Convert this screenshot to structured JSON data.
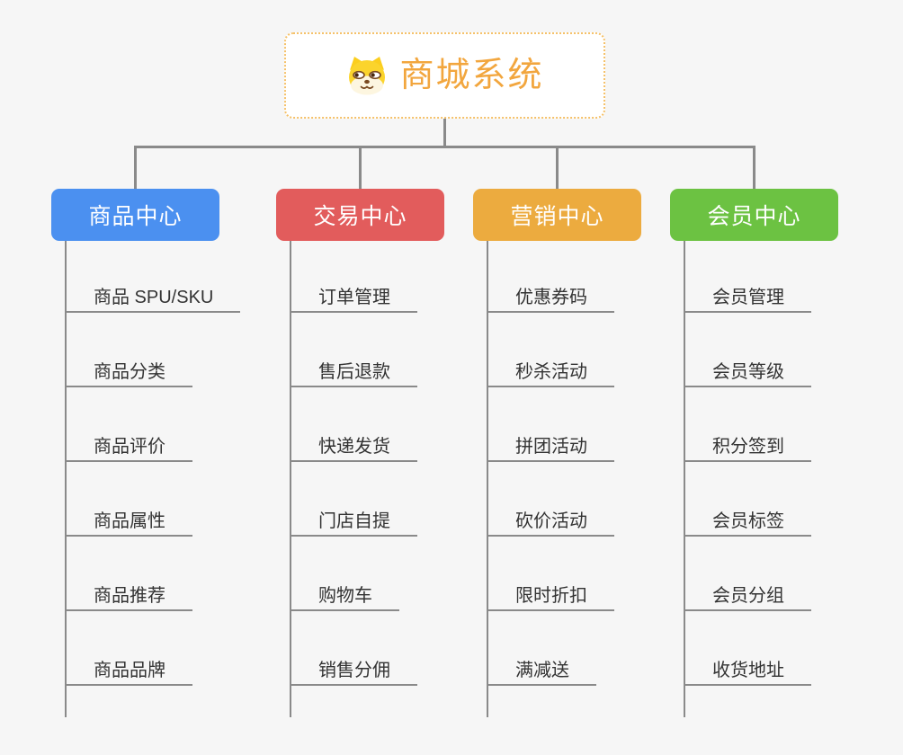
{
  "root": {
    "title": "商城系统",
    "icon": "shiba-dog-icon"
  },
  "colors": {
    "page_bg": "#f6f6f6",
    "line": "#8a8a8a",
    "title": "#f2a63e",
    "root_border": "#f5c169",
    "item_text": "#333333"
  },
  "branches": [
    {
      "label": "商品中心",
      "color": "#4b90f0",
      "items": [
        "商品 SPU/SKU",
        "商品分类",
        "商品评价",
        "商品属性",
        "商品推荐",
        "商品品牌"
      ]
    },
    {
      "label": "交易中心",
      "color": "#e25c5c",
      "items": [
        "订单管理",
        "售后退款",
        "快递发货",
        "门店自提",
        "购物车",
        "销售分佣"
      ]
    },
    {
      "label": "营销中心",
      "color": "#ecab3f",
      "items": [
        "优惠券码",
        "秒杀活动",
        "拼团活动",
        "砍价活动",
        "限时折扣",
        "满减送"
      ]
    },
    {
      "label": "会员中心",
      "color": "#6cc242",
      "items": [
        "会员管理",
        "会员等级",
        "积分签到",
        "会员标签",
        "会员分组",
        "收货地址"
      ]
    }
  ]
}
